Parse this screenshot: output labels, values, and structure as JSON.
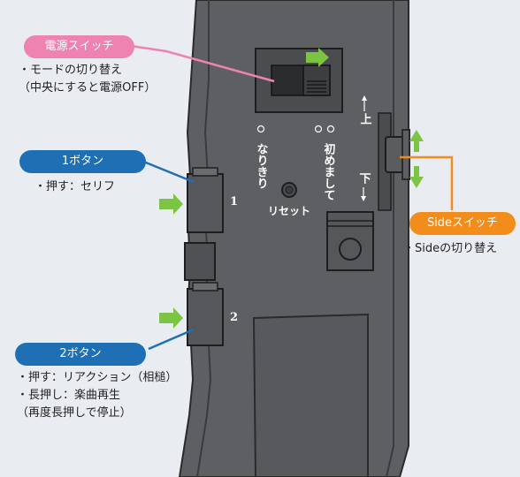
{
  "colors": {
    "background": "#e9edf1",
    "device": "#5d5f63",
    "device_edge": "#2a2a2a",
    "power_pill": "#ee82b0",
    "button_pill": "#1f6fb5",
    "side_pill": "#f28c1b",
    "arrow": "#7cc443"
  },
  "callouts": {
    "power": {
      "label": "電源スイッチ",
      "lines": [
        "・モードの切り替え",
        "（中央にすると電源OFF）"
      ]
    },
    "button1": {
      "label": "1ボタン",
      "lines": [
        "・押す：セリフ"
      ]
    },
    "button2": {
      "label": "2ボタン",
      "lines": [
        "・押す：リアクション（相槌）",
        "・長押し：楽曲再生",
        "（再度長押しで停止）"
      ]
    },
    "side": {
      "label": "Sideスイッチ",
      "lines": [
        "・Sideの切り替え"
      ]
    }
  },
  "device": {
    "mode_left": "なりきり",
    "mode_right": "初めまして",
    "side_up": "上",
    "side_down": "下",
    "button1_num": "1",
    "button2_num": "2",
    "reset": "リセット"
  }
}
